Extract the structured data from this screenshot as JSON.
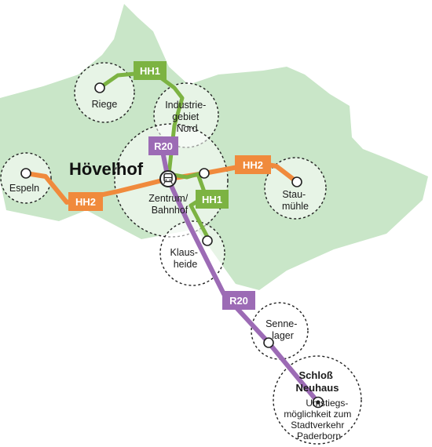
{
  "map": {
    "town": "Hövelhof",
    "colors": {
      "region": "#c9e6c8",
      "hh1": "#7cb342",
      "hh2": "#f08a3c",
      "r20": "#9c6bb5"
    },
    "lines": {
      "hh1": "HH1",
      "hh2": "HH2",
      "r20": "R20"
    },
    "stops": {
      "riege": "Riege",
      "industrie": [
        "Industrie-",
        "gebiet",
        "Nord"
      ],
      "espeln": "Espeln",
      "zentrum": [
        "Zentrum/",
        "Bahnhof"
      ],
      "staumuehle": [
        "Stau-",
        "mühle"
      ],
      "klausheide": [
        "Klaus-",
        "heide"
      ],
      "sennelager": [
        "Senne-",
        "lager"
      ],
      "schloss": [
        "Schloß",
        "Neuhaus"
      ],
      "umstieg": [
        "Umstiegs-",
        "möglichkeit zum",
        "Stadtverkehr",
        "Paderborn"
      ]
    },
    "icons": {
      "station": "train-station-icon",
      "terminus": "terminus-icon"
    }
  }
}
